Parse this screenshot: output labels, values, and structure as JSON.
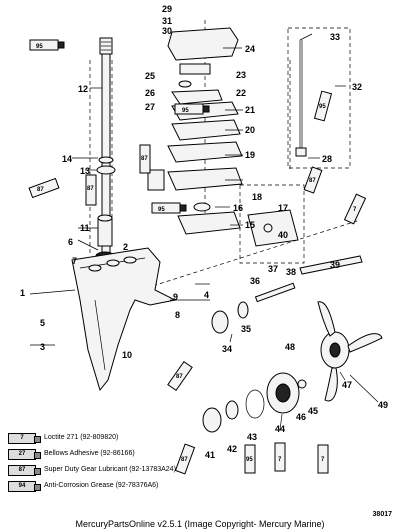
{
  "diagram": {
    "callouts": [
      "1",
      "2",
      "3",
      "4",
      "5",
      "6",
      "7",
      "8",
      "9",
      "10",
      "11",
      "12",
      "13",
      "14",
      "15",
      "16",
      "17",
      "18",
      "19",
      "20",
      "21",
      "22",
      "23",
      "24",
      "25",
      "26",
      "27",
      "28",
      "29",
      "30",
      "31",
      "32",
      "33",
      "34",
      "35",
      "36",
      "37",
      "38",
      "39",
      "40",
      "41",
      "42",
      "43",
      "44",
      "45",
      "46",
      "47",
      "48",
      "49"
    ],
    "tube_labels": [
      "95",
      "95",
      "87",
      "87",
      "87",
      "95",
      "95",
      "87",
      "7",
      "87",
      "87",
      "95",
      "7",
      "7"
    ]
  },
  "legend": [
    {
      "code": "7",
      "text": "Loctite 271 (92-809820)"
    },
    {
      "code": "27",
      "text": "Bellows Adhesive (92-86166)"
    },
    {
      "code": "87",
      "text": "Super Duty Gear Lubricant (92-13783A24)"
    },
    {
      "code": "94",
      "text": "Anti-Corrosion Grease (92-78376A6)"
    }
  ],
  "figure_id": "38017",
  "footer": "MercuryPartsOnline v2.5.1 (Image Copyright- Mercury Marine)"
}
